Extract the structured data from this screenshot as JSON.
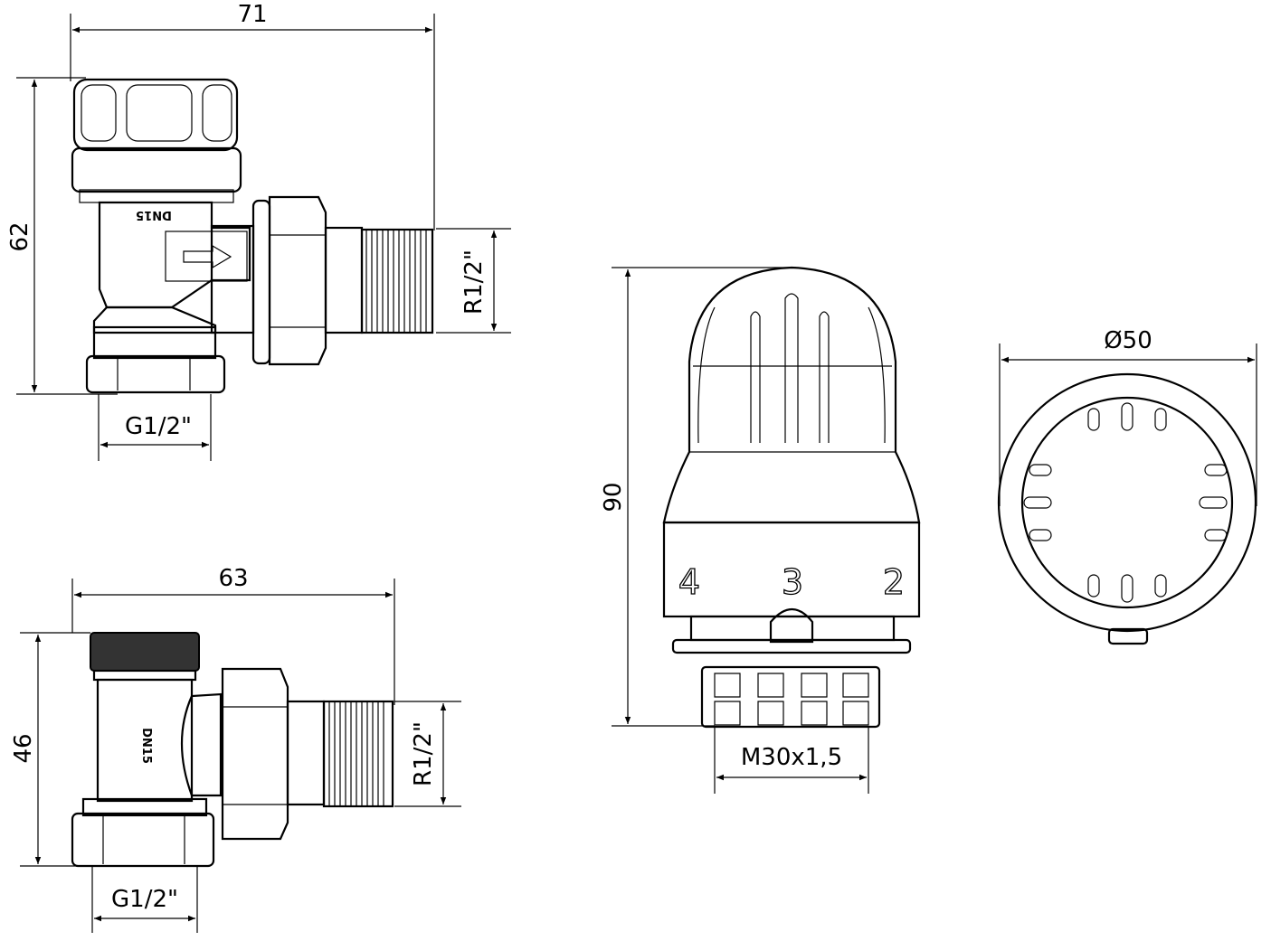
{
  "title": "Radiator valve and thermostatic head dimension drawing",
  "angle_valve": {
    "width_dim": "71",
    "height_dim": "62",
    "outlet_thread": "R1/2\"",
    "inlet_thread": "G1/2\"",
    "marking": "DN15"
  },
  "straight_valve": {
    "width_dim": "63",
    "height_dim": "46",
    "outlet_thread": "R1/2\"",
    "inlet_thread": "G1/2\"",
    "marking": "DN15"
  },
  "thermostatic_head": {
    "height_dim": "90",
    "diameter_dim": "Ø50",
    "connection_thread": "M30x1,5",
    "scale_marks": [
      "4",
      "3",
      "2"
    ]
  }
}
